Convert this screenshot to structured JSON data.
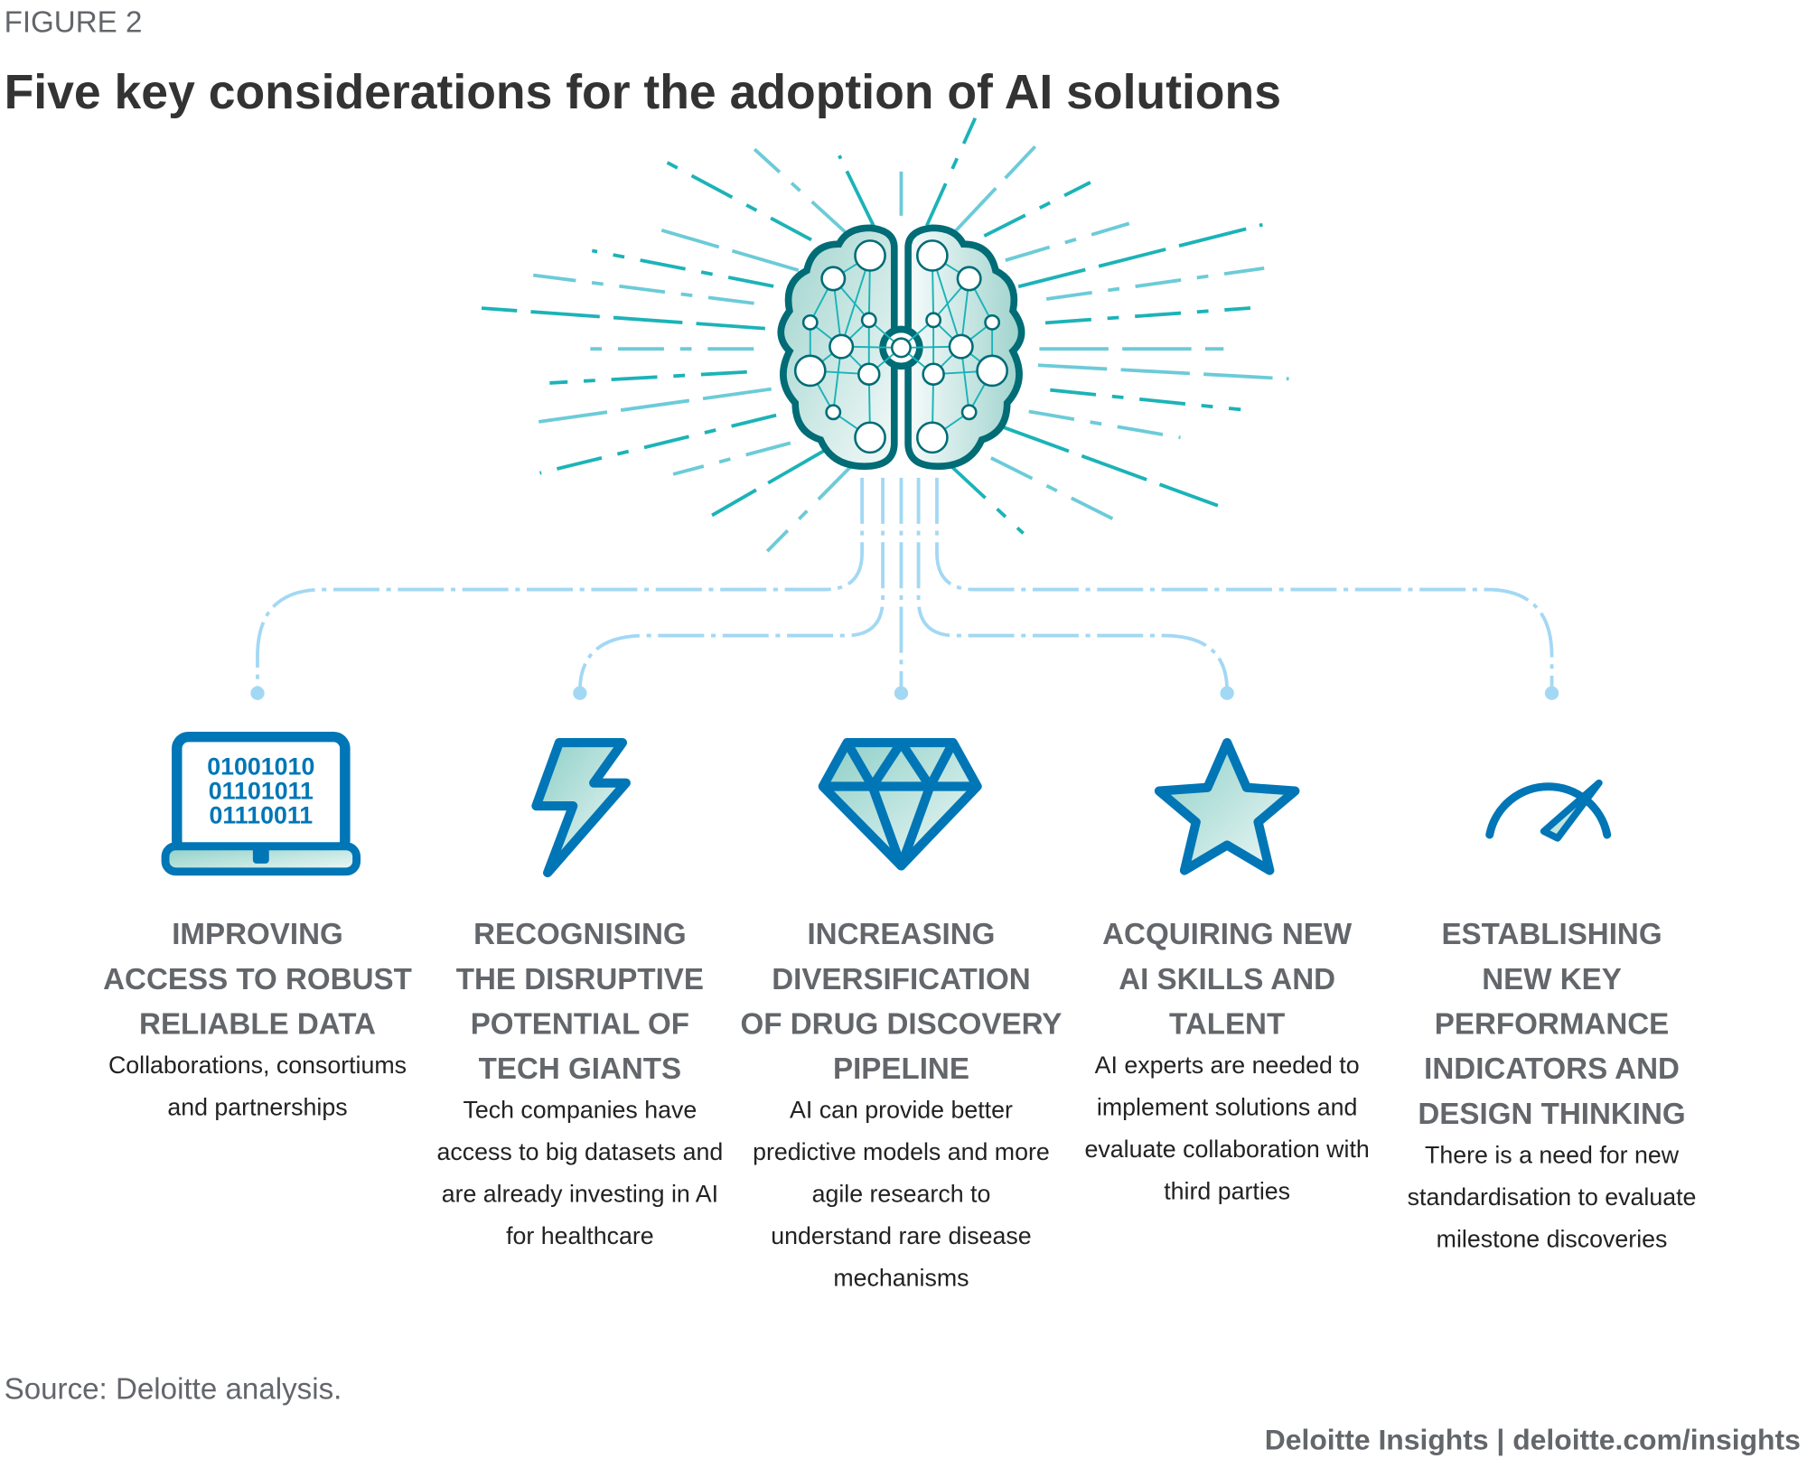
{
  "figure_label": "FIGURE 2",
  "title": "Five key considerations for the adoption of AI solutions",
  "laptop_binary": [
    "01001010",
    "01101011",
    "01110011"
  ],
  "items": [
    {
      "icon": "laptop-icon",
      "title": [
        "IMPROVING",
        "ACCESS TO ROBUST",
        "RELIABLE DATA"
      ],
      "desc": [
        "Collaborations, consortiums",
        "and partnerships"
      ]
    },
    {
      "icon": "lightning-icon",
      "title": [
        "RECOGNISING",
        "THE DISRUPTIVE",
        "POTENTIAL OF",
        "TECH GIANTS"
      ],
      "desc": [
        "Tech companies have",
        "access to big datasets and",
        "are already investing in AI",
        "for healthcare"
      ]
    },
    {
      "icon": "diamond-icon",
      "title": [
        "INCREASING",
        "DIVERSIFICATION",
        "OF DRUG DISCOVERY",
        "PIPELINE"
      ],
      "desc": [
        "AI can provide better",
        "predictive models and more",
        "agile research to",
        "understand rare disease",
        "mechanisms"
      ]
    },
    {
      "icon": "star-icon",
      "title": [
        "ACQUIRING NEW",
        "AI SKILLS AND",
        "TALENT"
      ],
      "desc": [
        "AI experts are needed to",
        "implement solutions and",
        "evaluate collaboration with",
        "third parties"
      ]
    },
    {
      "icon": "speedometer-icon",
      "title": [
        "ESTABLISHING",
        "NEW KEY",
        "PERFORMANCE",
        "INDICATORS AND",
        "DESIGN THINKING"
      ],
      "desc": [
        "There is a need for new",
        "standardisation to evaluate",
        "milestone discoveries"
      ]
    }
  ],
  "source": "Source: Deloitte analysis.",
  "footer": "Deloitte Insights | deloitte.com/insights",
  "colors": {
    "teal": "#1bb3b8",
    "dark_teal": "#006c76",
    "blue": "#0076b6",
    "light_blue": "#a3d8f4",
    "grey": "#63666a"
  }
}
